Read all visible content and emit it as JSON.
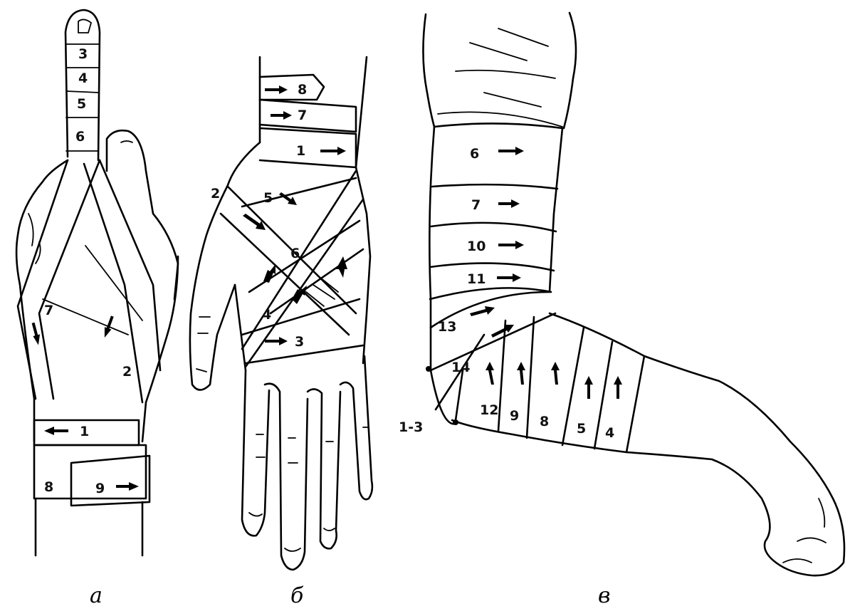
{
  "panels": {
    "a": {
      "caption": "а",
      "turns": [
        "1",
        "2",
        "3",
        "4",
        "5",
        "6",
        "7",
        "8",
        "9"
      ]
    },
    "b": {
      "caption": "б",
      "turns": [
        "1",
        "2",
        "3",
        "4",
        "5",
        "6",
        "7",
        "8"
      ]
    },
    "v": {
      "caption": "в",
      "turns": [
        "1-3",
        "4",
        "5",
        "6",
        "7",
        "8",
        "9",
        "10",
        "11",
        "12",
        "13",
        "14"
      ]
    }
  }
}
